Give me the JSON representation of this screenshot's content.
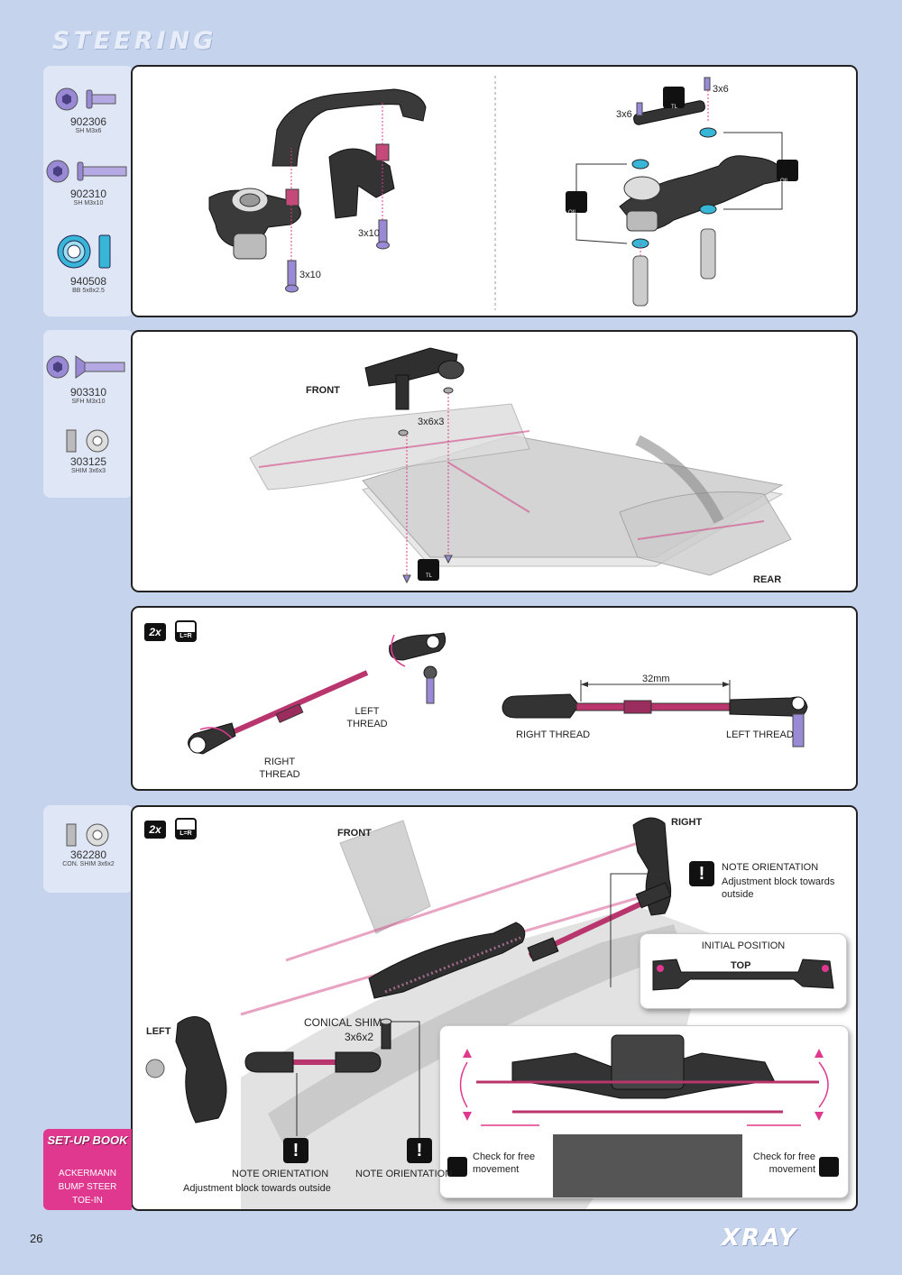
{
  "page": {
    "section_title": "STEERING",
    "page_number": "26",
    "logo": "XRAY"
  },
  "parts_1": [
    {
      "code": "902306",
      "desc": "SH M3x6"
    },
    {
      "code": "902310",
      "desc": "SH M3x10"
    },
    {
      "code": "940508",
      "desc": "BB 5x8x2.5"
    }
  ],
  "parts_2": [
    {
      "code": "903310",
      "desc": "SFH M3x10"
    },
    {
      "code": "303125",
      "desc": "SHIM 3x6x3"
    }
  ],
  "parts_4": [
    {
      "code": "362280",
      "desc": "CON. SHIM 3x6x2"
    }
  ],
  "step1": {
    "screw_a": "3x10",
    "screw_b": "3x10",
    "screw_c": "3x6",
    "screw_d": "3x6",
    "oil": "OIL",
    "tl": "TL"
  },
  "step2": {
    "front": "FRONT",
    "rear": "REAR",
    "shim": "3x6x3",
    "tl": "TL"
  },
  "step3": {
    "qty": "2x",
    "lr": "L=R",
    "left_thread": "LEFT\nTHREAD",
    "right_thread": "RIGHT\nTHREAD",
    "dimension": "32mm",
    "right_thread_b": "RIGHT  THREAD",
    "left_thread_b": "LEFT  THREAD"
  },
  "step4": {
    "qty": "2x",
    "lr": "L=R",
    "front": "FRONT",
    "right": "RIGHT",
    "left": "LEFT",
    "note1_title": "NOTE ORIENTATION",
    "note1_text": "Adjustment block towards outside",
    "initial_position": "INITIAL POSITION",
    "top": "TOP",
    "conical_shim": "CONICAL SHIM",
    "conical_size": "3x6x2",
    "note2_title": "NOTE ORIENTATION",
    "note2_text": "Adjustment block towards outside",
    "note3_title": "NOTE ORIENTATION",
    "check_left": "Check for free\nmovement",
    "check_right": "Check for free\nmovement"
  },
  "setup_book": {
    "title": "SET-UP BOOK",
    "items": [
      "ACKERMANN",
      "BUMP STEER",
      "TOE-IN"
    ]
  },
  "colors": {
    "background": "#c6d3ec",
    "accent": "#e0388f",
    "bearing": "#38b6d8",
    "screw": "#9a8ad6"
  }
}
